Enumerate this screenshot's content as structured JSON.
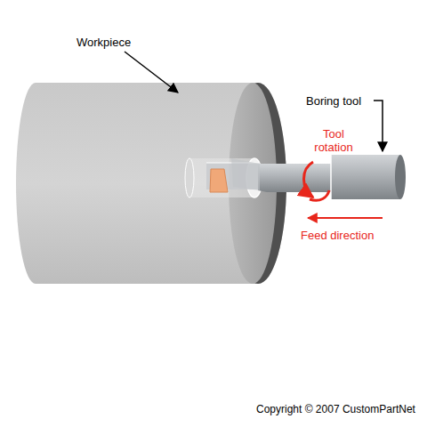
{
  "diagram": {
    "labels": [
      "Workpiece",
      "Boring tool",
      "Tool rotation",
      "Feed direction",
      "Copyright © 2007 CustomPartNet"
    ]
  }
}
